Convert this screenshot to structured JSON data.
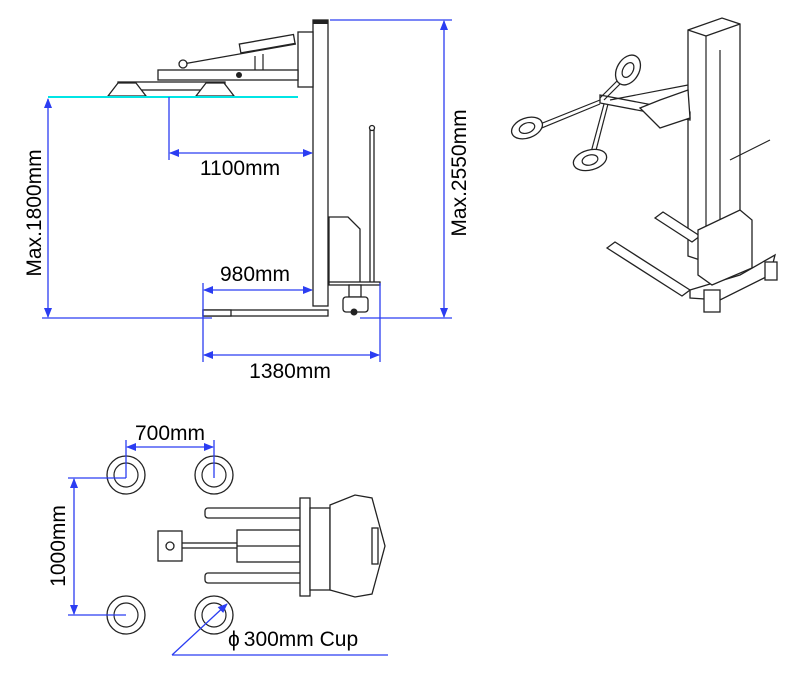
{
  "side_view": {
    "reach_label": "1100mm",
    "lift_height_label": "Max.1800mm",
    "total_height_label": "Max.2550mm",
    "fork_length_label": "980mm",
    "overall_length_label": "1380mm"
  },
  "top_view": {
    "cup_spacing_width_label": "700mm",
    "cup_spacing_length_label": "1000mm",
    "cup_diameter_label": "300mm Cup",
    "diameter_symbol": "ϕ"
  },
  "colors": {
    "dimension_lines": "#2b3df2",
    "load_surface": "#00e5e5",
    "drawing_lines": "#222222"
  }
}
